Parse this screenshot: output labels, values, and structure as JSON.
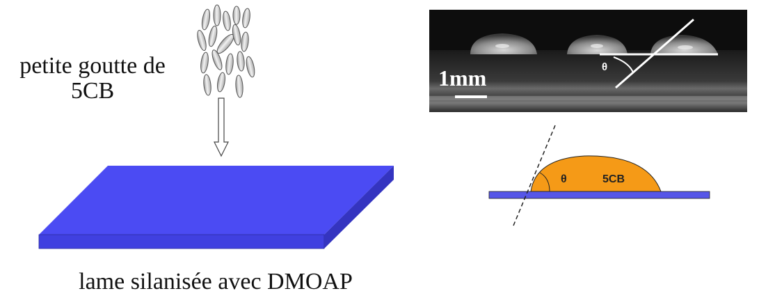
{
  "labels": {
    "drop_line1": "petite goutte de",
    "drop_line2": "5CB",
    "substrate": "lame silanisée avec DMOAP",
    "photo_scale": "1mm",
    "photo_theta": "θ",
    "schematic_theta": "θ",
    "schematic_material": "5CB"
  },
  "colors": {
    "substrate_top": "#4b4bf3",
    "substrate_front": "#3c3cd8",
    "substrate_side": "#3232b8",
    "schematic_plate": "#5656e8",
    "droplet": "#f59a17",
    "photo_background": "#0d0d0d"
  },
  "icons": {
    "molecules": "ellipse-cluster",
    "arrow": "hollow-down-arrow"
  }
}
